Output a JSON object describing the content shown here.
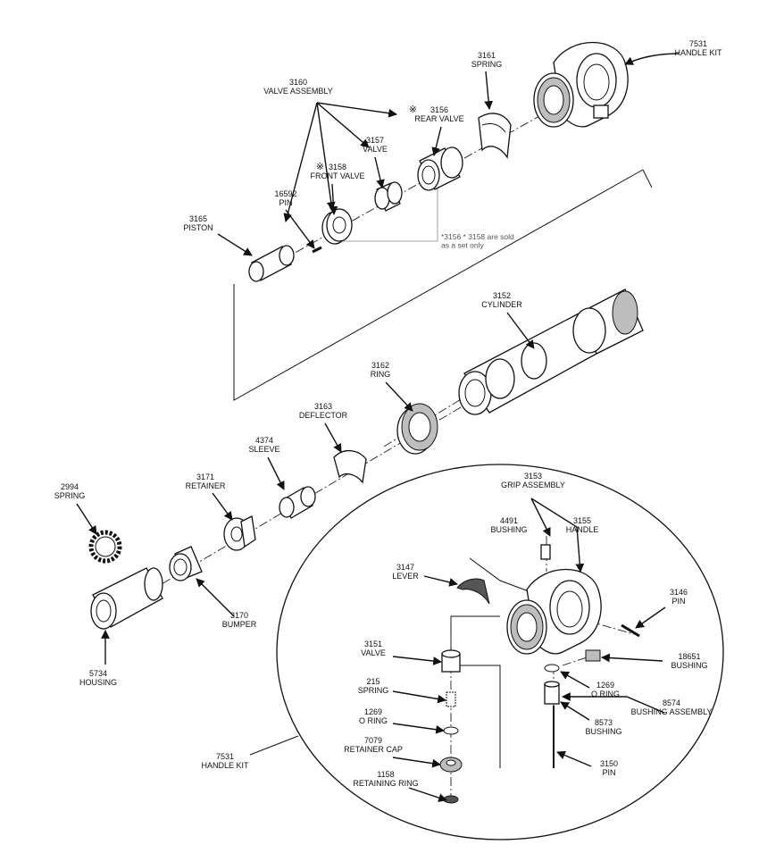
{
  "labels": {
    "l7531a": [
      "7531",
      "HANDLE KIT"
    ],
    "l3161": [
      "3161",
      "SPRING"
    ],
    "l3160": [
      "3160",
      "VALVE ASSEMBLY"
    ],
    "l3156": [
      "3156",
      "REAR VALVE"
    ],
    "l3157": [
      "3157",
      "VALVE"
    ],
    "l3158": [
      "3158",
      "FRONT VALVE"
    ],
    "l16592": [
      "16592",
      "PIN"
    ],
    "l3165": [
      "3165",
      "PISTON"
    ],
    "l3152": [
      "3152",
      "CYLINDER"
    ],
    "l3162": [
      "3162",
      "RING"
    ],
    "l3163": [
      "3163",
      "DEFLECTOR"
    ],
    "l4374": [
      "4374",
      "SLEEVE"
    ],
    "l3171": [
      "3171",
      "RETAINER"
    ],
    "l2994": [
      "2994",
      "SPRING"
    ],
    "l3170": [
      "3170",
      "BUMPER"
    ],
    "l5734": [
      "5734",
      "HOUSING"
    ],
    "l3153": [
      "3153",
      "GRIP ASSEMBLY"
    ],
    "l4491": [
      "4491",
      "BUSHING"
    ],
    "l3155": [
      "3155",
      "HANDLE"
    ],
    "l3147": [
      "3147",
      "LEVER"
    ],
    "l3146": [
      "3146",
      "PIN"
    ],
    "l18651": [
      "18651",
      "BUSHING"
    ],
    "l3151": [
      "3151",
      "VALVE"
    ],
    "l1269a": [
      "1269",
      "O RING"
    ],
    "l8574": [
      "8574",
      "BUSHING ASSEMBLY"
    ],
    "l215": [
      "215",
      "SPRING"
    ],
    "l1269b": [
      "1269",
      "O RING"
    ],
    "l8573": [
      "8573",
      "BUSHING"
    ],
    "l7079": [
      "7079",
      "RETAINER CAP"
    ],
    "l3150": [
      "3150",
      "PIN"
    ],
    "l7531b": [
      "7531",
      "HANDLE KIT"
    ],
    "l1158": [
      "1158",
      "RETAINING RING"
    ]
  },
  "note": [
    "*3156 * 3158 are sold",
    "as a set only"
  ],
  "star_symbol": "※"
}
